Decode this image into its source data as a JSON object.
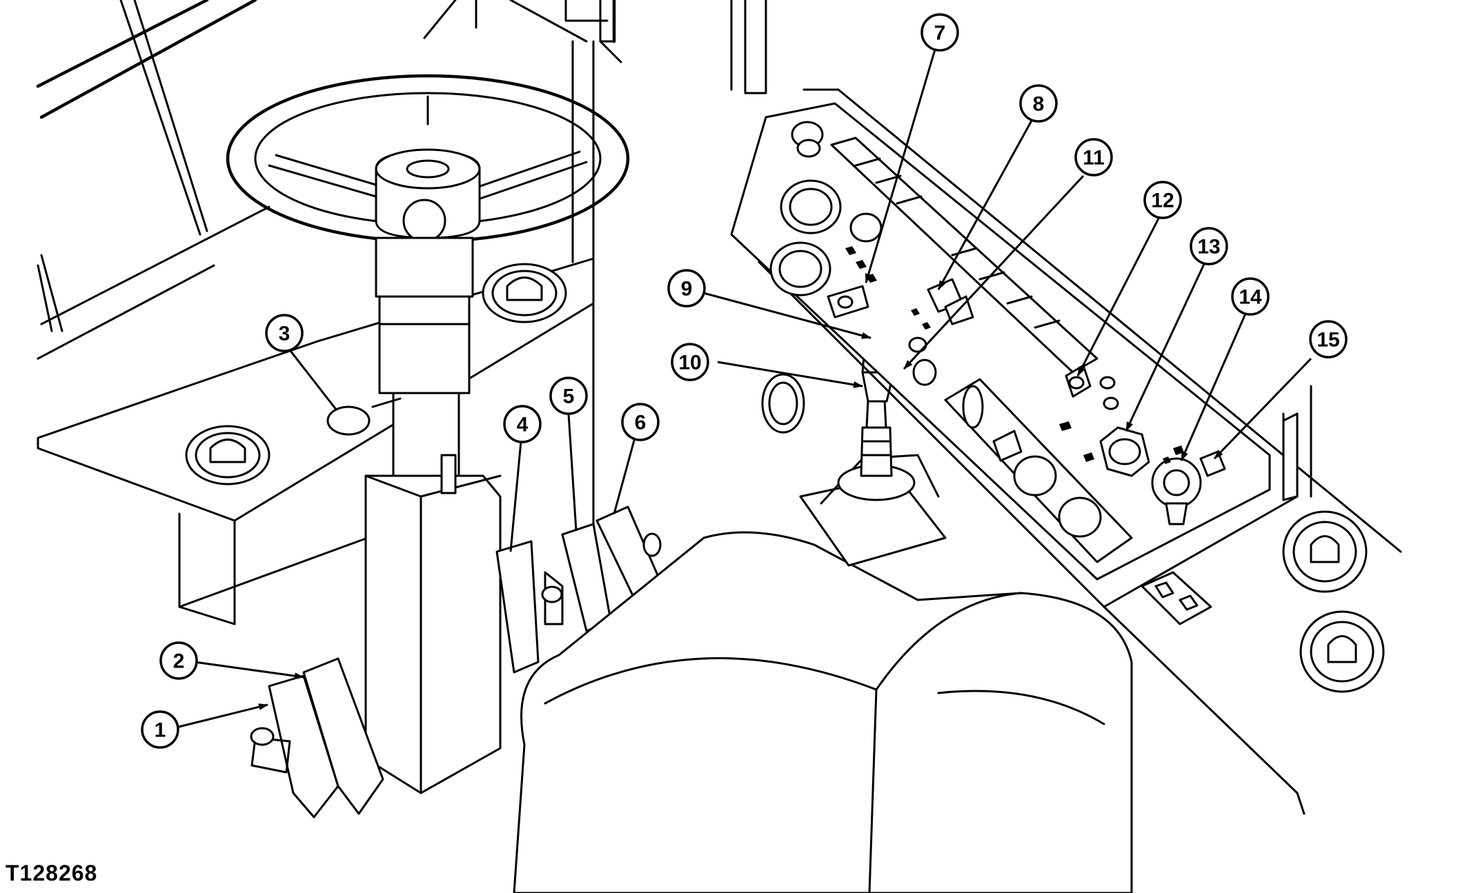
{
  "figure": {
    "id": "T128268"
  },
  "callouts": [
    {
      "label": "1"
    },
    {
      "label": "2"
    },
    {
      "label": "3"
    },
    {
      "label": "4"
    },
    {
      "label": "5"
    },
    {
      "label": "6"
    },
    {
      "label": "7"
    },
    {
      "label": "8"
    },
    {
      "label": "9"
    },
    {
      "label": "10"
    },
    {
      "label": "11"
    },
    {
      "label": "12"
    },
    {
      "label": "13"
    },
    {
      "label": "14"
    },
    {
      "label": "15"
    }
  ],
  "colors": {
    "line": "#000000",
    "background": "#ffffff"
  }
}
